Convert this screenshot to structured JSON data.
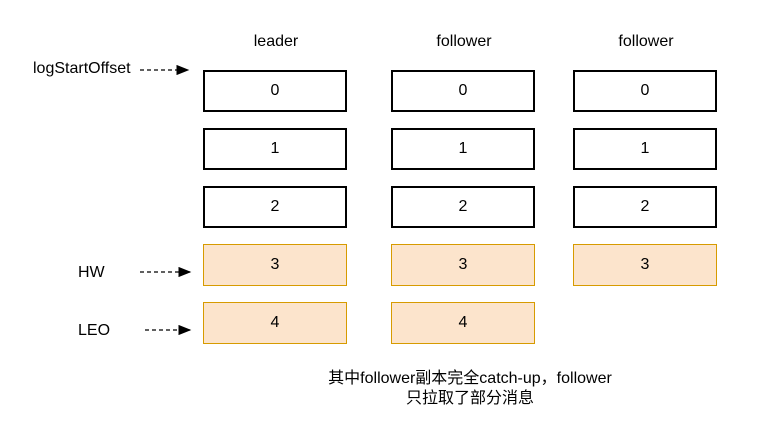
{
  "columns": [
    {
      "header": "leader",
      "cells": [
        "0",
        "1",
        "2",
        "3",
        "4"
      ]
    },
    {
      "header": "follower",
      "cells": [
        "0",
        "1",
        "2",
        "3",
        "4"
      ]
    },
    {
      "header": "follower",
      "cells": [
        "0",
        "1",
        "2",
        "3"
      ]
    }
  ],
  "labels": {
    "log_start_offset": "logStartOffset",
    "hw": "HW",
    "leo": "LEO"
  },
  "caption": {
    "line1": "其中follower副本完全catch-up，follower",
    "line2": "只拉取了部分消息"
  },
  "colors": {
    "highlight_fill": "#fce4cc",
    "highlight_border": "#d79b00"
  }
}
